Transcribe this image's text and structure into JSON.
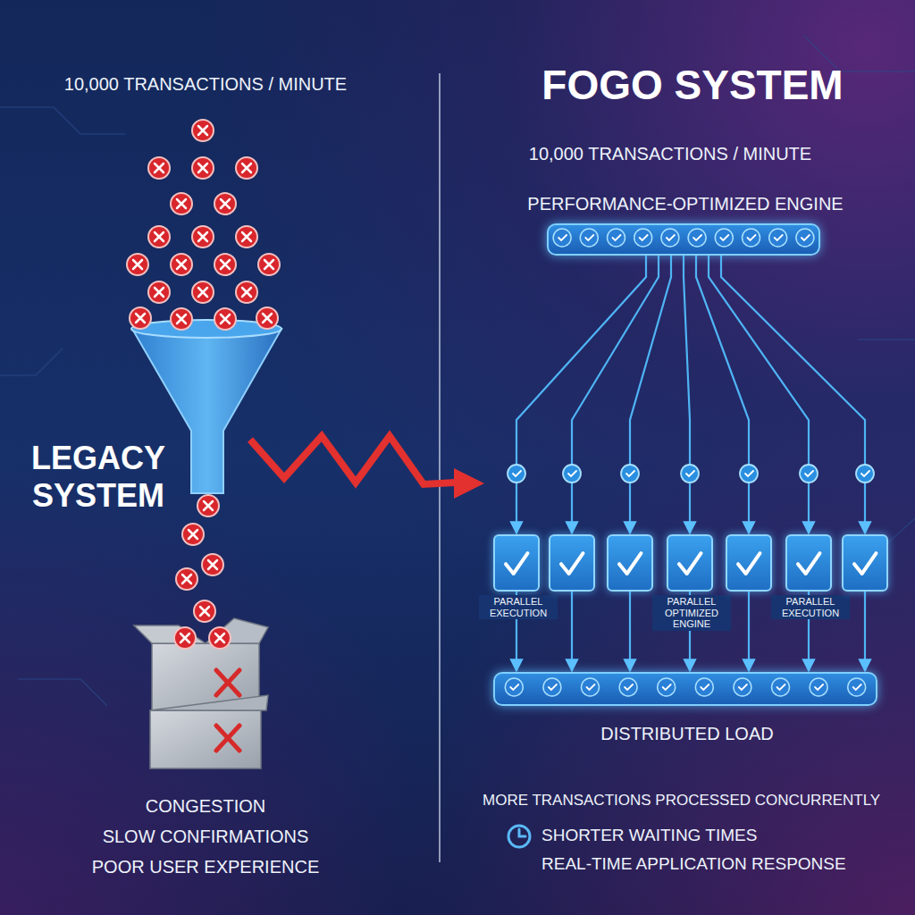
{
  "diagram": {
    "title": "FOGO SYSTEM",
    "nodes": [
      {
        "text": [
          "PERFORMANCE-OPTIMIZED ENGINE"
        ]
      },
      {
        "text": [
          "PARALLEL EXECUTION"
        ]
      },
      {
        "text": [
          "PARALLEL OPTIMIZED ENGINE"
        ]
      },
      {
        "text": [
          "PARALLEL EXECUTION"
        ]
      },
      {
        "text": [
          "DISTRIBUTED LOAD"
        ]
      }
    ],
    "edges": [
      {
        "from": 0,
        "to": 1,
        "arrow": "to"
      },
      {
        "from": 0,
        "to": 2,
        "arrow": "to"
      },
      {
        "from": 0,
        "to": 3,
        "arrow": "to"
      },
      {
        "from": 1,
        "to": 4,
        "arrow": "to"
      },
      {
        "from": 2,
        "to": 4,
        "arrow": "to"
      },
      {
        "from": 3,
        "to": 4,
        "arrow": "to"
      }
    ],
    "labels": [
      "10,000 TRANSACTIONS / MINUTE",
      "LEGACY SYSTEM",
      "CONGESTION",
      "SLOW CONFIRMATIONS",
      "POOR USER EXPERIENCE",
      "10,000 TRANSACTIONS / MINUTE",
      "MORE TRANSACTIONS PROCESSED CONCURRENTLY",
      "SHORTER WAITING TIMES",
      "REAL-TIME APPLICATION RESPONSE"
    ]
  }
}
